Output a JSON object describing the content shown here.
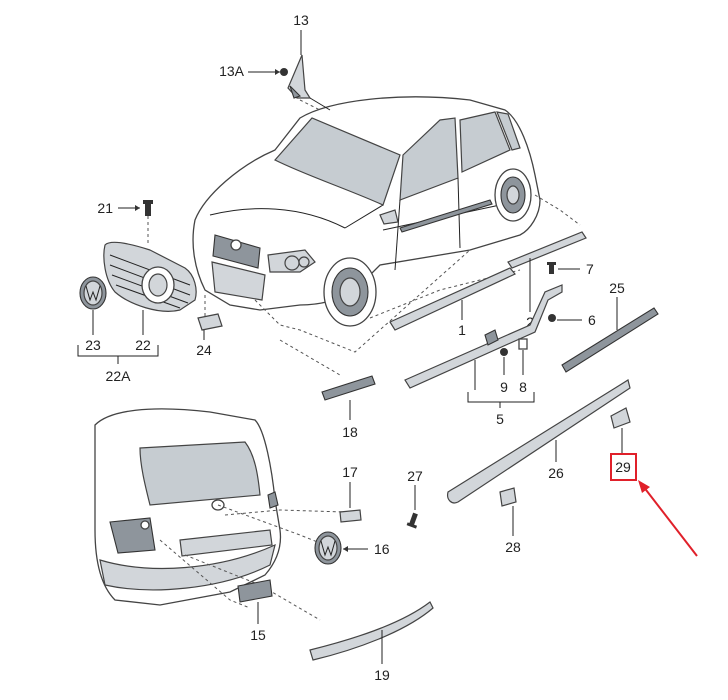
{
  "callouts": {
    "c13": "13",
    "c13A": "13A",
    "c21": "21",
    "c23": "23",
    "c22": "22",
    "c22A": "22A",
    "c24": "24",
    "c1": "1",
    "c2": "2",
    "c7": "7",
    "c25": "25",
    "c6": "6",
    "c9": "9",
    "c8": "8",
    "c5": "5",
    "c18": "18",
    "c26": "26",
    "c29": "29",
    "c17": "17",
    "c27": "27",
    "c16": "16",
    "c28": "28",
    "c15": "15",
    "c19": "19"
  },
  "highlight": {
    "part": "29",
    "box_color": "#e0202a",
    "arrow_color": "#e0202a"
  }
}
